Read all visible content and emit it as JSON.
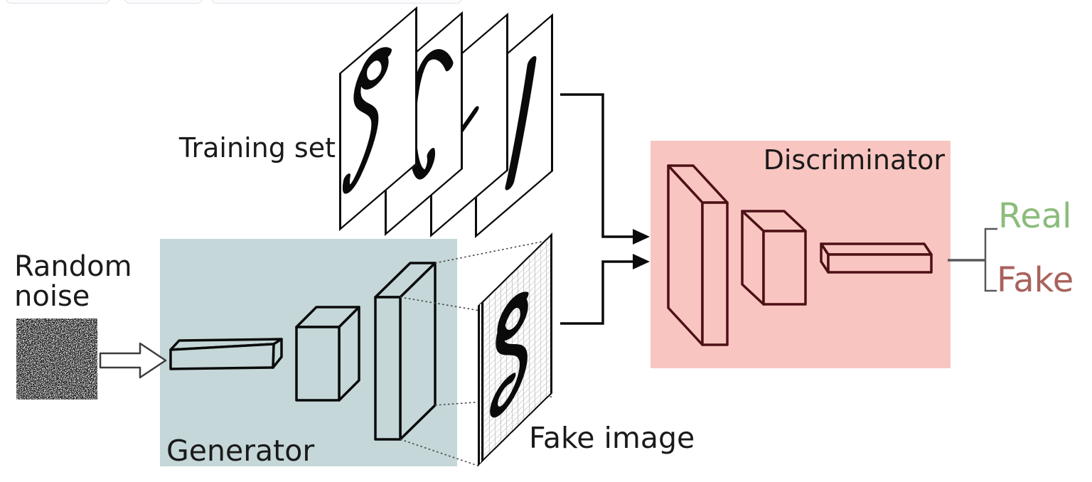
{
  "labels": {
    "training_set": "Training set",
    "random_noise_line1": "Random",
    "random_noise_line2": "noise",
    "generator": "Generator",
    "fake_image": "Fake image",
    "discriminator": "Discriminator",
    "real": "Real",
    "fake": "Fake"
  },
  "colors": {
    "generator_box": "#c5d7d8",
    "discriminator_box": "#f8c5c0",
    "discriminator_outline": "#4d1016",
    "generator_outline": "#0a0a0a",
    "real_label": "#8cbc7c",
    "fake_label": "#a9625c",
    "output_line": "#58585a",
    "text": "#1a1a1a"
  },
  "diagram": {
    "training_digits": "8, 6, 4, 1",
    "fake_digit": "8",
    "noise_image": "random-noise-texture",
    "outputs": "Real / Fake"
  }
}
